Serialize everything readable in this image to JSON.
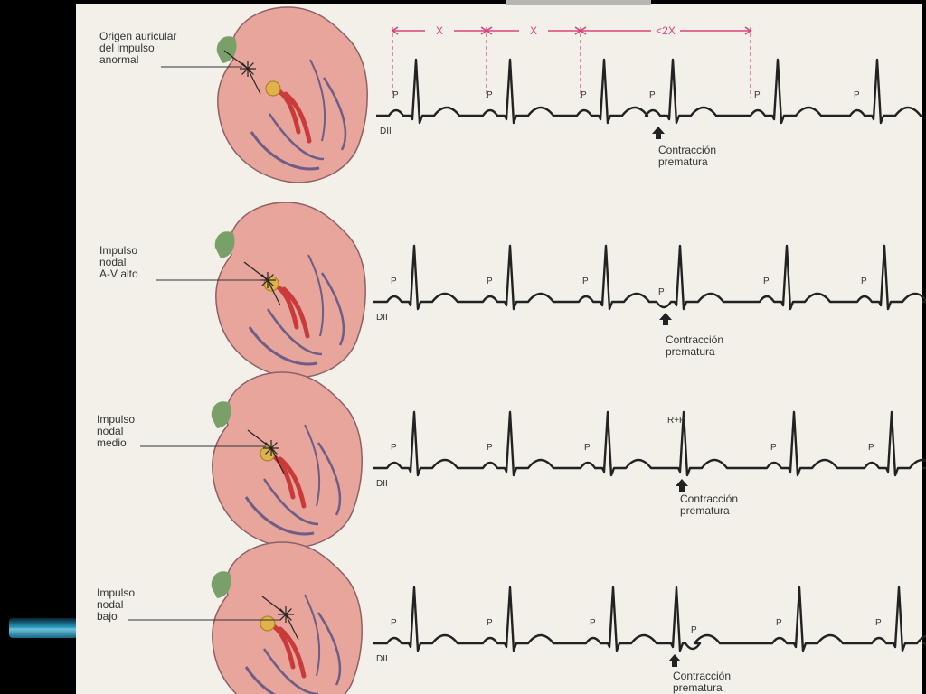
{
  "colors": {
    "paper": "#f2f0e9",
    "heart": "#e8a59b",
    "heart_stroke": "#8f5f66",
    "vessel": "#6d5e87",
    "bundle": "#c93b3b",
    "sa_node": "#7aa06a",
    "av_node": "#e0b24a",
    "interval": "#d9427a",
    "ecg": "#222222"
  },
  "panels": [
    {
      "id": "p1",
      "label": "Origen auricular\ndel impulso\nanormal",
      "lead": "DII",
      "premature_label": "Contracción\nprematura",
      "ectopic": "atrial"
    },
    {
      "id": "p2",
      "label": "Impulso\nnodal\nA-V alto",
      "lead": "DII",
      "premature_label": "Contracción\nprematura",
      "ectopic": "high"
    },
    {
      "id": "p3",
      "label": "Impulso\nnodal\nmedio",
      "lead": "DII",
      "premature_label": "Contracción\nprematura",
      "ectopic": "mid",
      "rp_label": "R+P"
    },
    {
      "id": "p4",
      "label": "Impulso\nnodal\nbajo",
      "lead": "DII",
      "premature_label": "Contracción\nprematura",
      "ectopic": "low"
    }
  ],
  "p_wave_label": "P",
  "intervals": [
    "X",
    "X",
    "<2X"
  ]
}
